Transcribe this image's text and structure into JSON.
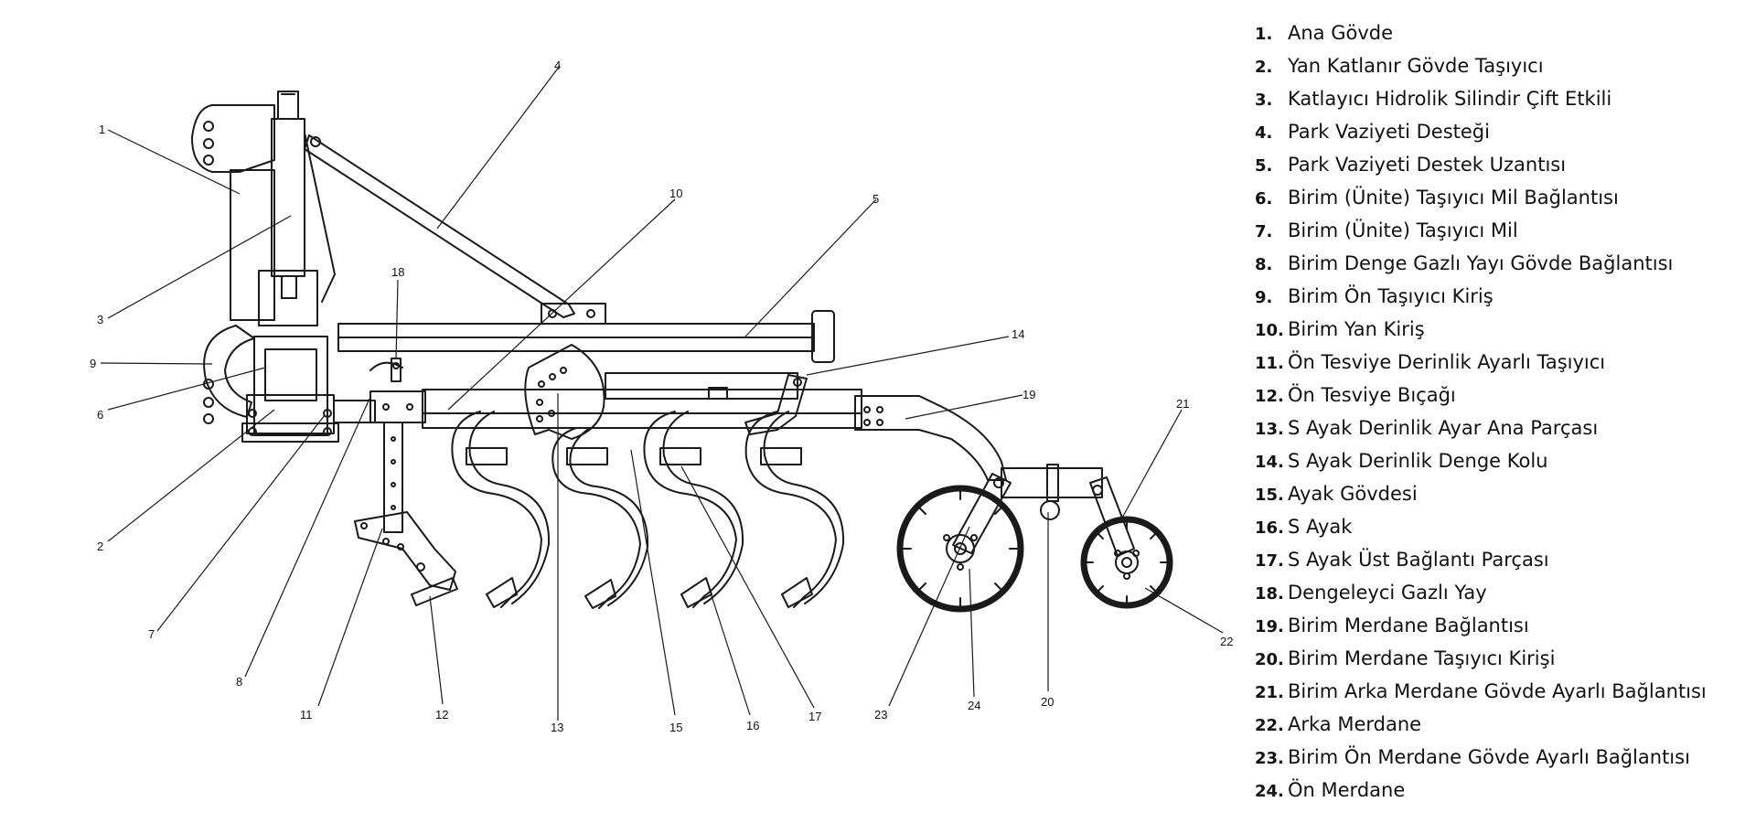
{
  "legend": [
    {
      "num": "1.",
      "label": "Ana Gövde"
    },
    {
      "num": "2.",
      "label": "Yan Katlanır Gövde Taşıyıcı"
    },
    {
      "num": "3.",
      "label": "Katlayıcı Hidrolik Silindir Çift Etkili"
    },
    {
      "num": "4.",
      "label": "Park Vaziyeti Desteği"
    },
    {
      "num": "5.",
      "label": "Park Vaziyeti Destek Uzantısı"
    },
    {
      "num": "6.",
      "label": "Birim (Ünite) Taşıyıcı Mil Bağlantısı"
    },
    {
      "num": "7.",
      "label": "Birim (Ünite) Taşıyıcı Mil"
    },
    {
      "num": "8.",
      "label": "Birim Denge Gazlı Yayı Gövde Bağlantısı"
    },
    {
      "num": "9.",
      "label": "Birim Ön Taşıyıcı Kiriş"
    },
    {
      "num": "10.",
      "label": "Birim Yan Kiriş"
    },
    {
      "num": "11.",
      "label": "Ön Tesviye Derinlik Ayarlı Taşıyıcı"
    },
    {
      "num": "12.",
      "label": "Ön Tesviye Bıçağı"
    },
    {
      "num": "13.",
      "label": "S Ayak Derinlik Ayar Ana Parçası"
    },
    {
      "num": "14.",
      "label": "S Ayak Derinlik Denge Kolu"
    },
    {
      "num": "15.",
      "label": "Ayak Gövdesi"
    },
    {
      "num": "16.",
      "label": "S Ayak"
    },
    {
      "num": "17.",
      "label": "S Ayak Üst Bağlantı Parçası"
    },
    {
      "num": "18.",
      "label": "Dengeleyci Gazlı Yay"
    },
    {
      "num": "19.",
      "label": "Birim Merdane Bağlantısı"
    },
    {
      "num": "20.",
      "label": "Birim Merdane Taşıyıcı Kirişi"
    },
    {
      "num": "21.",
      "label": "Birim Arka Merdane Gövde Ayarlı Bağlantısı"
    },
    {
      "num": "22.",
      "label": "Arka Merdane"
    },
    {
      "num": "23.",
      "label": "Birim Ön Merdane Gövde Ayarlı Bağlantısı"
    },
    {
      "num": "24.",
      "label": "Ön Merdane"
    }
  ],
  "callouts": [
    "1",
    "2",
    "3",
    "4",
    "5",
    "6",
    "7",
    "8",
    "9",
    "10",
    "11",
    "12",
    "13",
    "14",
    "15",
    "16",
    "17",
    "18",
    "19",
    "20",
    "21",
    "22",
    "23",
    "24"
  ]
}
